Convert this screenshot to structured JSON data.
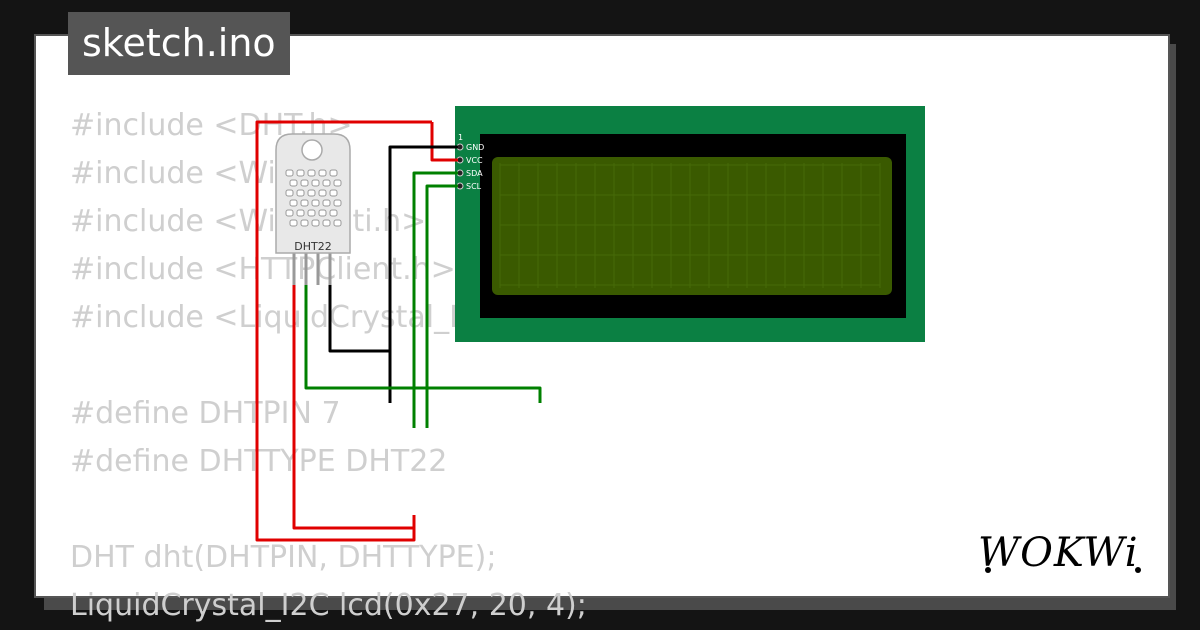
{
  "title_tab": {
    "label": "sketch.ino"
  },
  "code_lines": [
    "#include <DHT.h>",
    "#include <WiFi.h>",
    "#include <WiFiMulti.h>",
    "#include <HTTPClient.h>",
    "#include <LiquidCrystal_I2C.h>",
    "",
    "#define DHTPIN 7",
    "#define DHTTYPE DHT22",
    "",
    "DHT dht(DHTPIN, DHTTYPE);",
    "LiquidCrystal_I2C lcd(0x27, 20, 4);"
  ],
  "sensor": {
    "label": "DHT22"
  },
  "lcd": {
    "pin1_label": "1",
    "pins": [
      "GND",
      "VCC",
      "SDA",
      "SCL"
    ],
    "board_color": "#0b8043",
    "screen_color": "#3a5a00"
  },
  "wire_colors": {
    "power": "#e00000",
    "ground": "#000000",
    "data": "#008000"
  },
  "logo": {
    "text": "WOKWi"
  }
}
